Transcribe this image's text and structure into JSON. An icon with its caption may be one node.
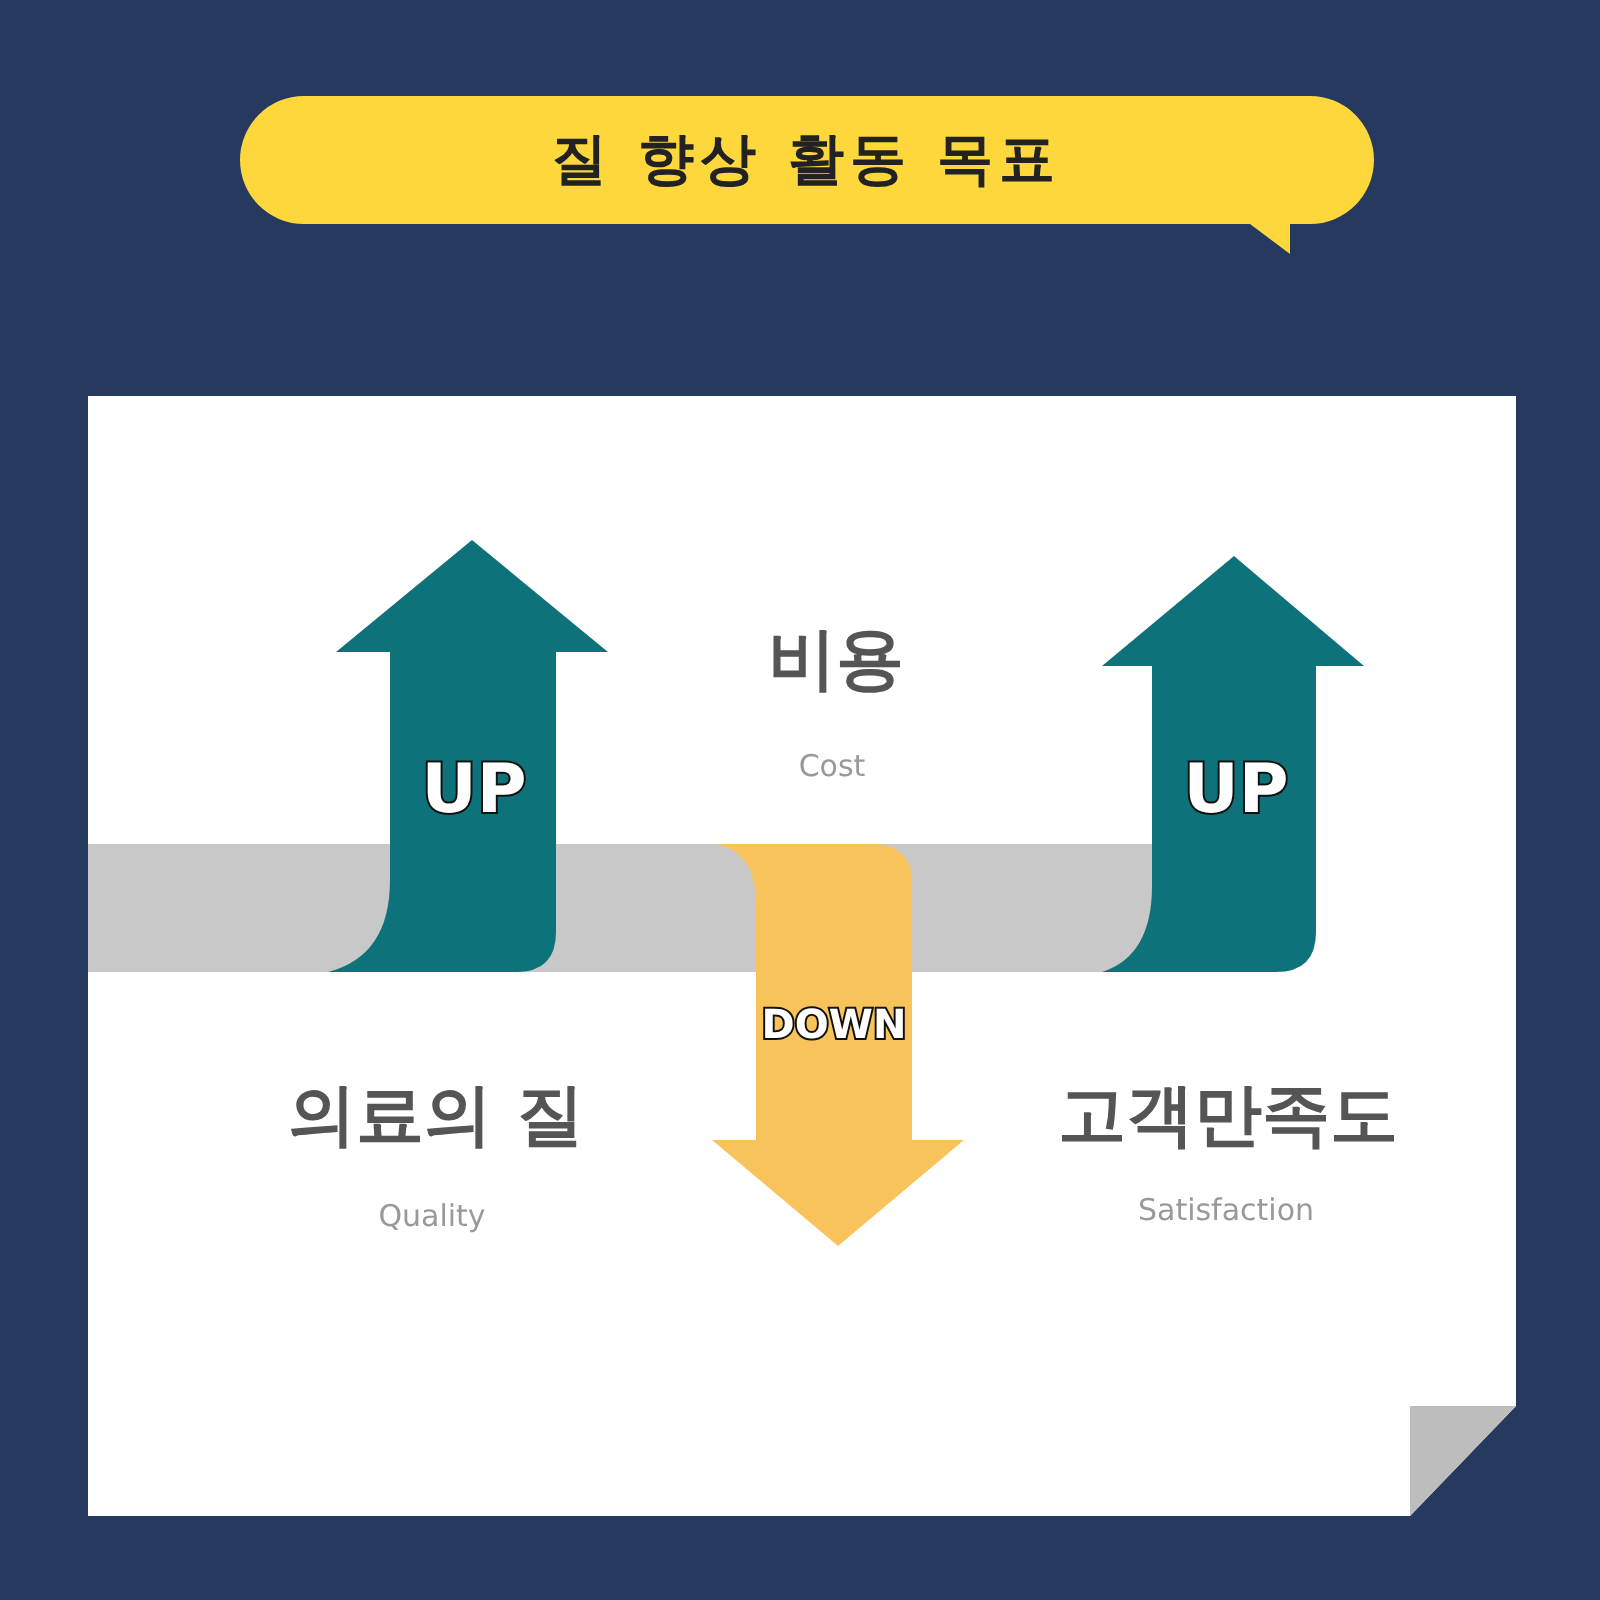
{
  "diagram": {
    "title": "질 향상 활동 목표",
    "nodes": [
      {
        "text": [
          "UP"
        ],
        "beside": [
          "의료의 질",
          "Quality"
        ]
      },
      {
        "text": [
          "DOWN"
        ],
        "beside": [
          "비용",
          "Cost"
        ]
      },
      {
        "text": [
          "UP"
        ],
        "beside": [
          "고객만족도",
          "Satisfaction"
        ]
      },
      {
        "text": [],
        "shape": "bar"
      }
    ]
  }
}
